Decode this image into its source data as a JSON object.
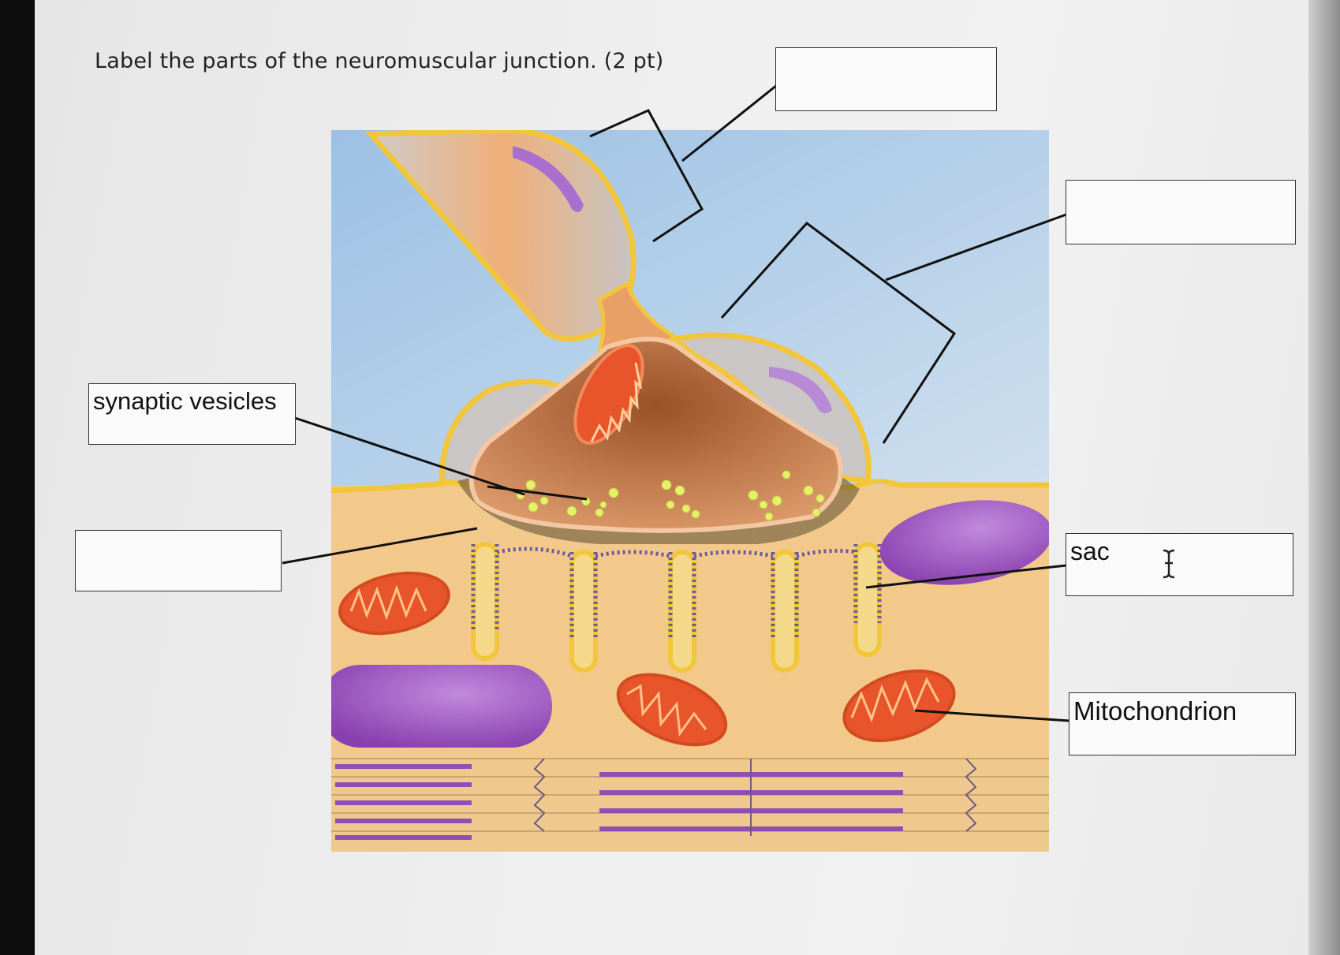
{
  "question": {
    "text": "Label the parts of the neuromuscular junction.  (2 pt)"
  },
  "labels": [
    {
      "id": "top",
      "value": ""
    },
    {
      "id": "upper-right",
      "value": ""
    },
    {
      "id": "synaptic-vesicles",
      "value": "synaptic vesicles"
    },
    {
      "id": "left-blank",
      "value": ""
    },
    {
      "id": "sac",
      "value": "sac"
    },
    {
      "id": "mitochondrion",
      "value": "Mitochondrion"
    }
  ],
  "icons": {
    "cursor": "text-cursor-icon"
  },
  "colors": {
    "background": "#efefef",
    "muscle": "#f2c98a",
    "terminal": "#b5673a",
    "membrane": "#f2c63a",
    "mitochondrion": "#e8552a",
    "nucleus": "#9e55c2",
    "schwann": "#c9c5c4",
    "fluid": "#a9c8e6"
  }
}
